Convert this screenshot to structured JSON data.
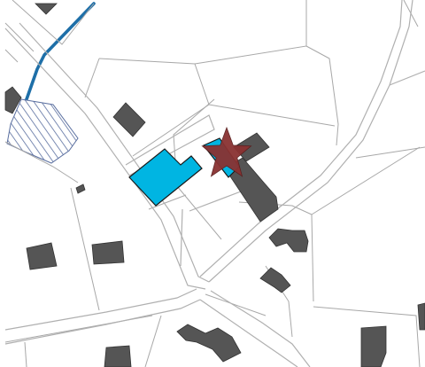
{
  "map": {
    "type": "cadastral-plan",
    "colors": {
      "background": "#ffffff",
      "parcel_line": "#a8a8a8",
      "road_casing": "#b0b0b0",
      "building": "#555555",
      "building_outline": "#333333",
      "highlight_building": "#00b5e2",
      "highlight_outline": "#1a1a1a",
      "watercourse": "#1e6fa8",
      "hatch": "#5a6fa0",
      "marker": "#8a3232"
    },
    "marker": {
      "icon": "star-icon",
      "meaning": "selected-location"
    },
    "hatched_zone": {
      "pattern": "diagonal-lines"
    }
  }
}
